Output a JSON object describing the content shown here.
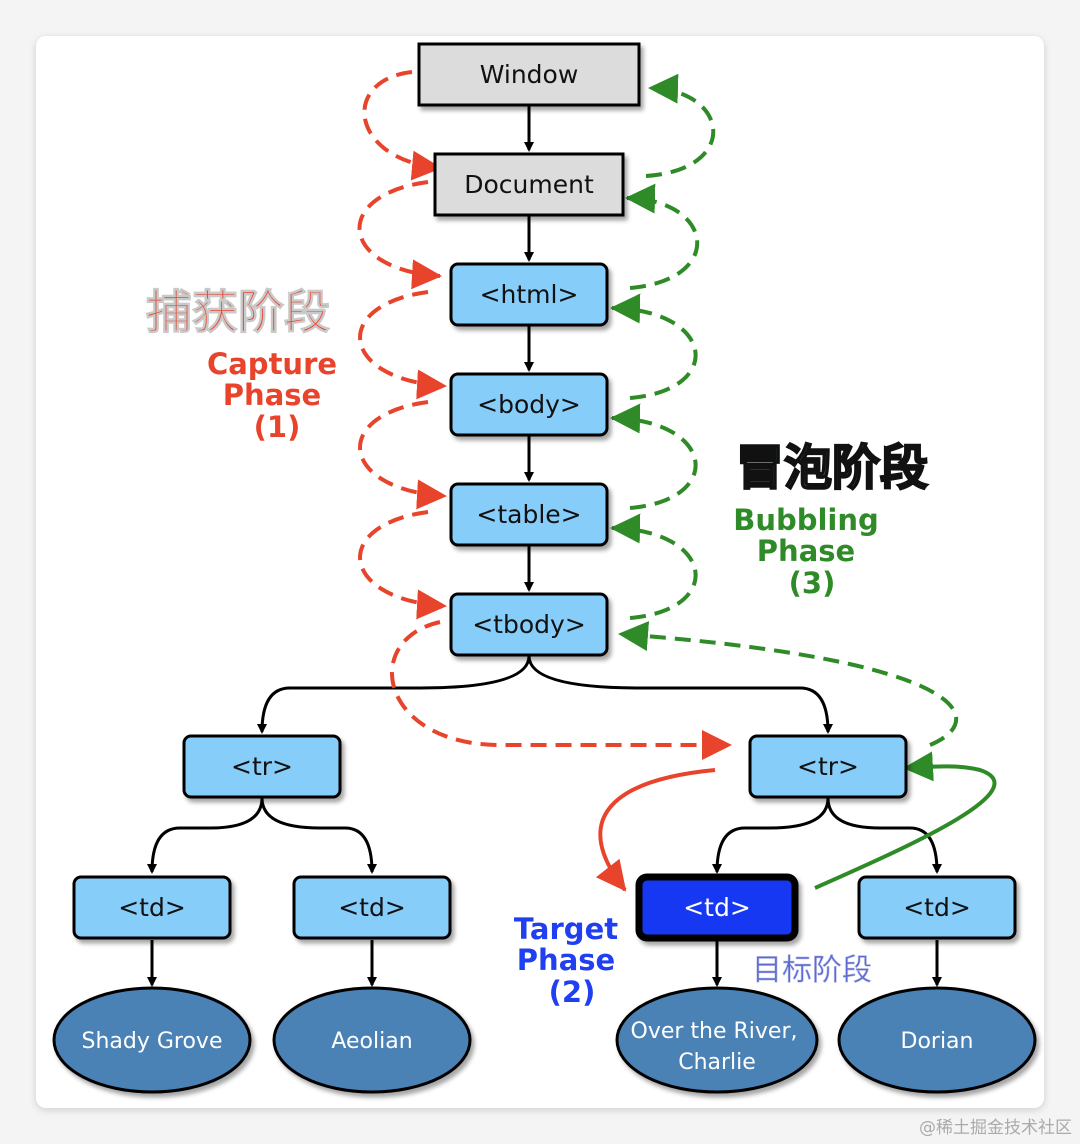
{
  "diagram": {
    "title": "DOM Event Flow",
    "colors": {
      "capture": "#e8432b",
      "bubbling": "#2e8b27",
      "target": "#1f3ff0",
      "node_gray": "#dcdcdc",
      "node_blue": "#86cdfa",
      "target_node": "#1638f2",
      "leaf": "#4b82b6"
    },
    "nodes": {
      "window": "Window",
      "document": "Document",
      "html": "<html>",
      "body": "<body>",
      "table": "<table>",
      "tbody": "<tbody>",
      "tr_left": "<tr>",
      "tr_right": "<tr>",
      "td_1": "<td>",
      "td_2": "<td>",
      "td_target": "<td>",
      "td_4": "<td>"
    },
    "leaves": {
      "leaf_1": "Shady Grove",
      "leaf_2": "Aeolian",
      "leaf_3_line1": "Over the River,",
      "leaf_3_line2": "Charlie",
      "leaf_4": "Dorian"
    },
    "labels": {
      "capture_cn": "捕获阶段",
      "capture_en_1": "Capture",
      "capture_en_2": "Phase",
      "capture_en_3": "(1)",
      "bubbling_cn": "冒泡阶段",
      "bubbling_en_1": "Bubbling",
      "bubbling_en_2": "Phase",
      "bubbling_en_3": "(3)",
      "target_cn": "目标阶段",
      "target_en_1": "Target",
      "target_en_2": "Phase",
      "target_en_3": "(2)"
    }
  },
  "watermark": "@稀土掘金技术社区"
}
